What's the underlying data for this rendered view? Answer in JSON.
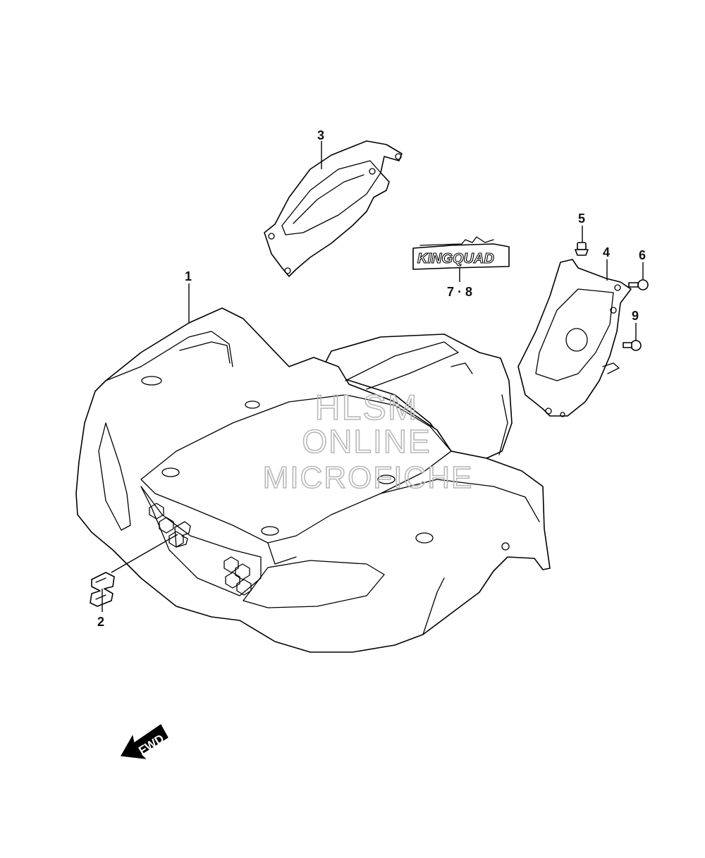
{
  "callouts": {
    "c1": "1",
    "c2": "2",
    "c3": "3",
    "c4": "4",
    "c5": "5",
    "c6": "6",
    "c78": "7 · 8",
    "c9": "9"
  },
  "emblem": {
    "text": "KINGQUAD"
  },
  "direction": {
    "label": "FWD"
  },
  "watermark": {
    "line1": "HLSM",
    "line2": "ONLINE",
    "line3": "MICROFICHE"
  }
}
